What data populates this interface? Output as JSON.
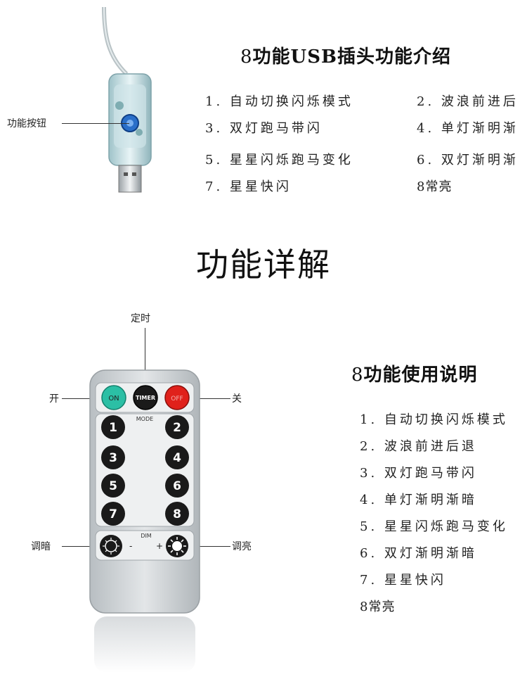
{
  "usb_section": {
    "callout_button": "功能按钮",
    "title_number": "8",
    "title_text": "功能USB插头功能介绍",
    "items": [
      "1. 自动切换闪烁模式",
      "2. 波浪前进后",
      "3. 双灯跑马带闪",
      "4. 单灯渐明渐",
      "5. 星星闪烁跑马变化",
      "6. 双灯渐明渐",
      "7. 星星快闪",
      "8常亮"
    ]
  },
  "heading": "功能详解",
  "remote_section": {
    "labels": {
      "timer": "定时",
      "on": "开",
      "off": "关",
      "dim_down": "调暗",
      "dim_up": "调亮"
    },
    "buttons": {
      "on": "ON",
      "timer": "TIMER",
      "off": "OFF",
      "mode": "MODE",
      "dim": "DIM",
      "minus": "-",
      "plus": "+",
      "numbers": [
        "1",
        "2",
        "3",
        "4",
        "5",
        "6",
        "7",
        "8"
      ]
    },
    "title_number": "8",
    "title_text": "功能使用说明",
    "items": [
      "1. 自动切换闪烁模式",
      "2. 波浪前进后退",
      "3. 双灯跑马带闪",
      "4. 单灯渐明渐暗",
      "5. 星星闪烁跑马变化",
      "6. 双灯渐明渐暗",
      "7. 星星快闪",
      "8常亮"
    ]
  },
  "colors": {
    "on_button": "#2bbfa5",
    "off_button": "#e0211b",
    "timer_button": "#1a1a1a",
    "remote_body": "#c9ced2",
    "usb_led": "#2a6fc9"
  }
}
